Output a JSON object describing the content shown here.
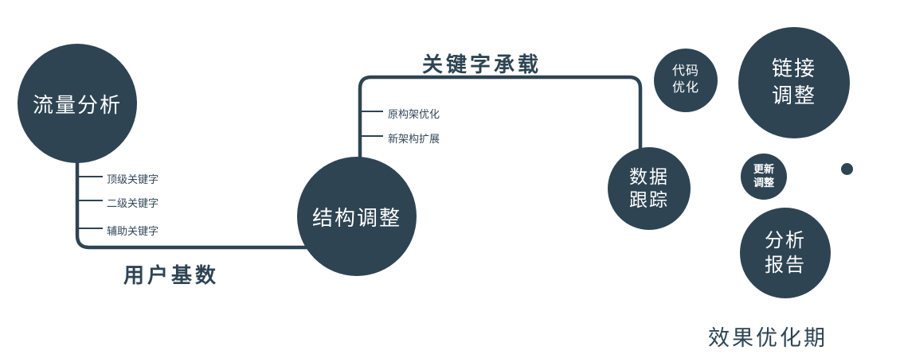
{
  "colors": {
    "node_fill": "#2e4453",
    "connector": "#2e4453",
    "label_text": "#2e4453",
    "node_text": "#ffffff",
    "background": "#ffffff"
  },
  "nodes": {
    "traffic_analysis": {
      "label": "流量分析"
    },
    "structure_adjustment": {
      "label": "结构调整"
    },
    "data_tracking": {
      "line1": "数据",
      "line2": "跟踪"
    },
    "code_optimization": {
      "line1": "代码",
      "line2": "优化"
    },
    "link_adjustment": {
      "line1": "链接",
      "line2": "调整"
    },
    "update_adjustment": {
      "line1": "更新",
      "line2": "调整"
    },
    "analysis_report": {
      "line1": "分析",
      "line2": "报告"
    }
  },
  "edge_labels": {
    "user_base": "用户基数",
    "keyword_carrying": "关键字承载",
    "effect_optimization_period": "效果优化期"
  },
  "branches": {
    "traffic": [
      "顶级关键字",
      "二级关键字",
      "辅助关键字"
    ],
    "structure": [
      "原构架优化",
      "新架构扩展"
    ]
  }
}
